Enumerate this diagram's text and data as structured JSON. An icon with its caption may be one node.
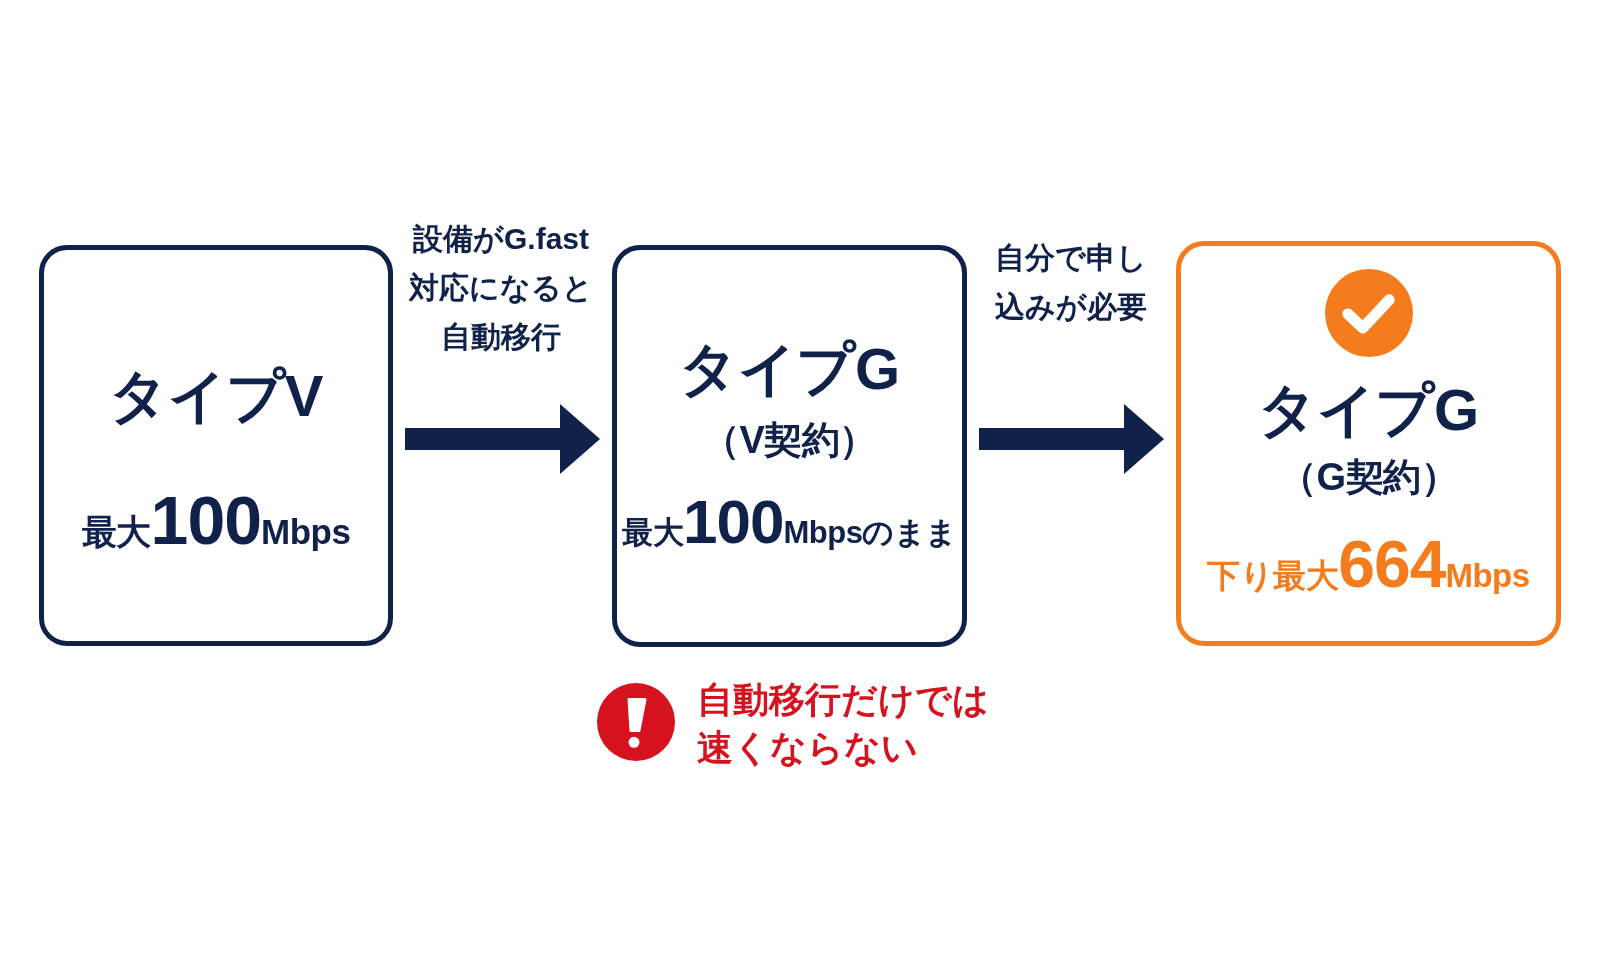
{
  "diagram": {
    "nodes": [
      {
        "text": [
          "タイプV",
          "最大**100**Mbps"
        ]
      },
      {
        "text": [
          "タイプG",
          "（V契約）",
          "最大**100**Mbpsのまま"
        ]
      },
      {
        "text": [
          "タイプG",
          "（G契約）",
          "下り最大**664**Mbps"
        ]
      }
    ],
    "edges": [
      {
        "from": 0,
        "to": 1,
        "arrow": "to",
        "label": "設備がG.fast対応になると自動移行"
      },
      {
        "from": 1,
        "to": 2,
        "arrow": "to",
        "label": "自分で申し込みが必要"
      }
    ],
    "labels": [
      "自動移行だけでは速くならない"
    ]
  }
}
